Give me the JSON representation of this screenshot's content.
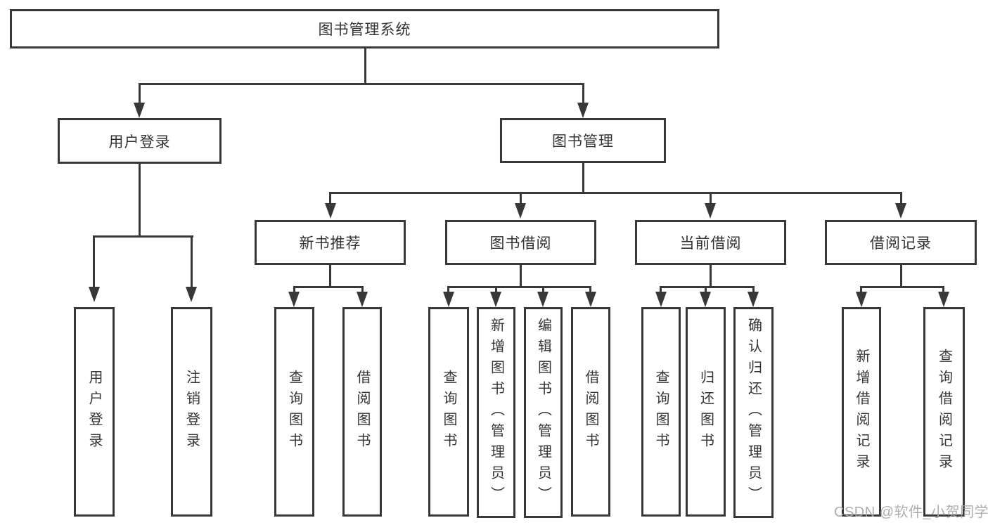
{
  "diagram": {
    "title": "图书管理系统",
    "colors": {
      "line": "#383838",
      "text": "#333333",
      "background": "#ffffff",
      "watermark": "#a4a4a4"
    },
    "nodes": {
      "root": {
        "label": "图书管理系统"
      },
      "user_login": {
        "label": "用户登录"
      },
      "book_mgmt": {
        "label": "图书管理"
      },
      "new_book_rec": {
        "label": "新书推荐"
      },
      "book_borrow": {
        "label": "图书借阅"
      },
      "current_borrow": {
        "label": "当前借阅"
      },
      "borrow_records": {
        "label": "借阅记录"
      },
      "login_leaf": {
        "label": "用户登录"
      },
      "logout_leaf": {
        "label": "注销登录"
      },
      "rec_query": {
        "label": "查询图书"
      },
      "rec_borrow": {
        "label": "借阅图书"
      },
      "bor_query": {
        "label": "查询图书"
      },
      "bor_add": {
        "label": "新增图书（管理员）"
      },
      "bor_edit": {
        "label": "编辑图书（管理员）"
      },
      "bor_borrow": {
        "label": "借阅图书"
      },
      "cur_query": {
        "label": "查询图书"
      },
      "cur_return": {
        "label": "归还图书"
      },
      "cur_confirm": {
        "label": "确认归还（管理员）"
      },
      "recd_add": {
        "label": "新增借阅记录"
      },
      "recd_query": {
        "label": "查询借阅记录"
      }
    },
    "watermark": "CSDN @软件_小贺同学"
  }
}
